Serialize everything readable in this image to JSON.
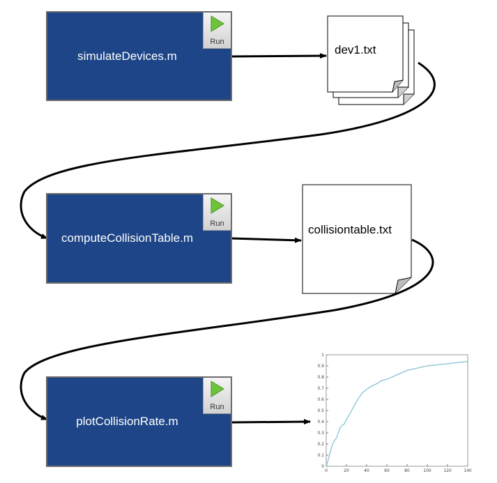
{
  "scripts": [
    {
      "name": "simulateDevices.m",
      "run_label": "Run"
    },
    {
      "name": "computeCollisionTable.m",
      "run_label": "Run"
    },
    {
      "name": "plotCollisionRate.m",
      "run_label": "Run"
    }
  ],
  "files": {
    "dev": {
      "label": "dev1.txt"
    },
    "collision": {
      "label": "collisiontable.txt"
    }
  },
  "colors": {
    "script_box": "#1d4587",
    "curve": "#8ec6d6",
    "run_icon": "#6dc43a"
  },
  "chart_data": {
    "type": "line",
    "title": "",
    "xlabel": "",
    "ylabel": "",
    "xlim": [
      0,
      140
    ],
    "ylim": [
      0,
      1
    ],
    "x_ticks": [
      "0",
      "20",
      "40",
      "60",
      "80",
      "100",
      "120",
      "140"
    ],
    "y_ticks": [
      "0",
      "0.1",
      "0.2",
      "0.3",
      "0.4",
      "0.5",
      "0.6",
      "0.7",
      "0.8",
      "0.9",
      "1"
    ],
    "grid": false,
    "series": [
      {
        "name": "",
        "x": [
          0,
          2,
          4,
          6,
          8,
          10,
          12,
          14,
          16,
          18,
          20,
          24,
          28,
          32,
          36,
          40,
          45,
          50,
          55,
          60,
          65,
          70,
          80,
          90,
          100,
          110,
          120,
          130,
          140
        ],
        "y": [
          0,
          0.06,
          0.13,
          0.19,
          0.23,
          0.25,
          0.3,
          0.35,
          0.37,
          0.38,
          0.42,
          0.48,
          0.55,
          0.61,
          0.66,
          0.69,
          0.72,
          0.74,
          0.77,
          0.78,
          0.8,
          0.82,
          0.86,
          0.88,
          0.9,
          0.91,
          0.92,
          0.93,
          0.94
        ]
      }
    ]
  }
}
